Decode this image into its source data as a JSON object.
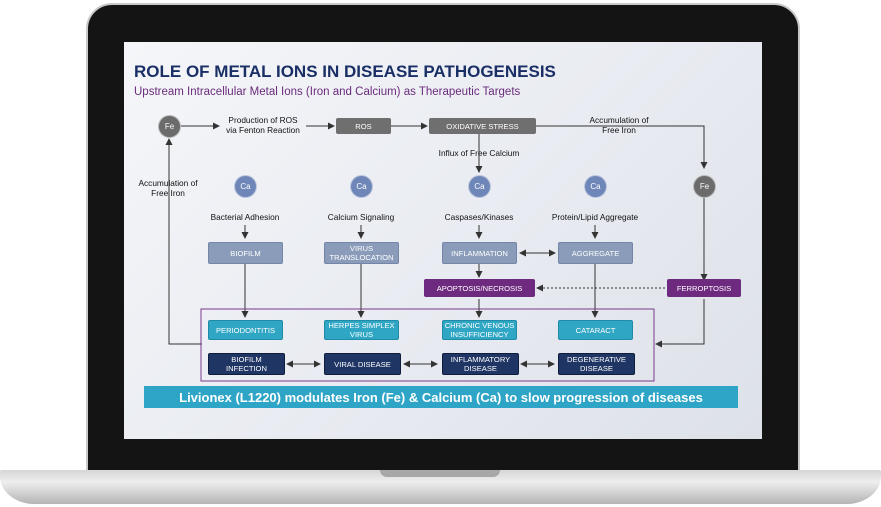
{
  "slide": {
    "title": "ROLE OF METAL IONS IN DISEASE PATHOGENESIS",
    "subtitle": "Upstream Intracellular Metal Ions (Iron and Calcium) as Therapeutic Targets",
    "banner": "Livionex (L1220) modulates Iron (Fe) & Calcium (Ca) to slow progression of diseases"
  },
  "labels": {
    "ros_production": "Production of ROS\nvia Fenton Reaction",
    "accum_right": "Accumulation of\nFree Iron",
    "accum_left": "Accumulation of\nFree Iron",
    "influx": "Influx of Free Calcium",
    "bacterial": "Bacterial Adhesion",
    "calcium_signaling": "Calcium Signaling",
    "caspases": "Caspases/Kinases",
    "protein": "Protein/Lipid Aggregate"
  },
  "ions": {
    "fe": "Fe",
    "ca": "Ca"
  },
  "nodes": {
    "ros": "ROS",
    "oxidative": "OXIDATIVE STRESS",
    "biofilm": "BIOFILM",
    "virus_translocation": "VIRUS\nTRANSLOCATION",
    "inflammation": "INFLAMMATION",
    "aggregate": "AGGREGATE",
    "apoptosis": "APOPTOSIS/NECROSIS",
    "ferroptosis": "FERROPTOSIS",
    "periodontitis": "PERIODONTITIS",
    "herpes": "HERPES SIMPLEX\nVIRUS",
    "venous": "CHRONIC VENOUS\nINSUFFICIENCY",
    "cataract": "CATARACT",
    "biofilm_infection": "BIOFILM\nINFECTION",
    "viral_disease": "VIRAL DISEASE",
    "inflammatory_disease": "INFLAMMATORY\nDISEASE",
    "degenerative_disease": "DEGENERATIVE\nDISEASE"
  },
  "colors": {
    "title": "#1a2f66",
    "subtitle": "#6a2b7c",
    "banner": "#2ea5c6",
    "grey_box": "#6f6f6f",
    "slate_box": "#8a9cb9",
    "purple_box": "#6e2a7f",
    "teal_box": "#2fa7c4",
    "navy_box": "#1f3564"
  }
}
